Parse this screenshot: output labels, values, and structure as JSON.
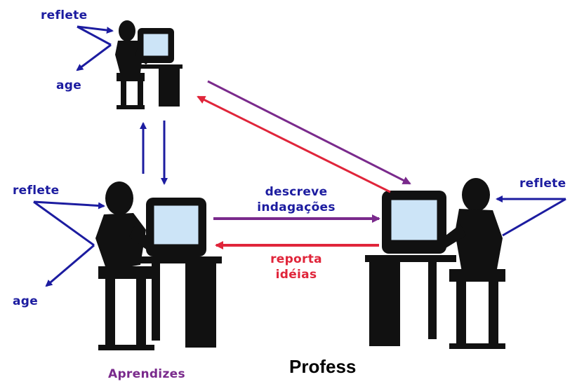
{
  "labels": {
    "top_reflete": "reflete",
    "top_age": "age",
    "left_reflete": "reflete",
    "left_age": "age",
    "right_reflete": "reflete",
    "descreve": "descreve",
    "indagacoes": "indagações",
    "reporta": "reporta",
    "ideias": "idéias",
    "aprendizes": "Aprendizes",
    "profess": "Profess"
  },
  "colors": {
    "blue_arrow": "#1c1ca0",
    "red_arrow": "#e0253a",
    "purple_arrow": "#7a2a8c",
    "screen": "#cce4f7"
  }
}
